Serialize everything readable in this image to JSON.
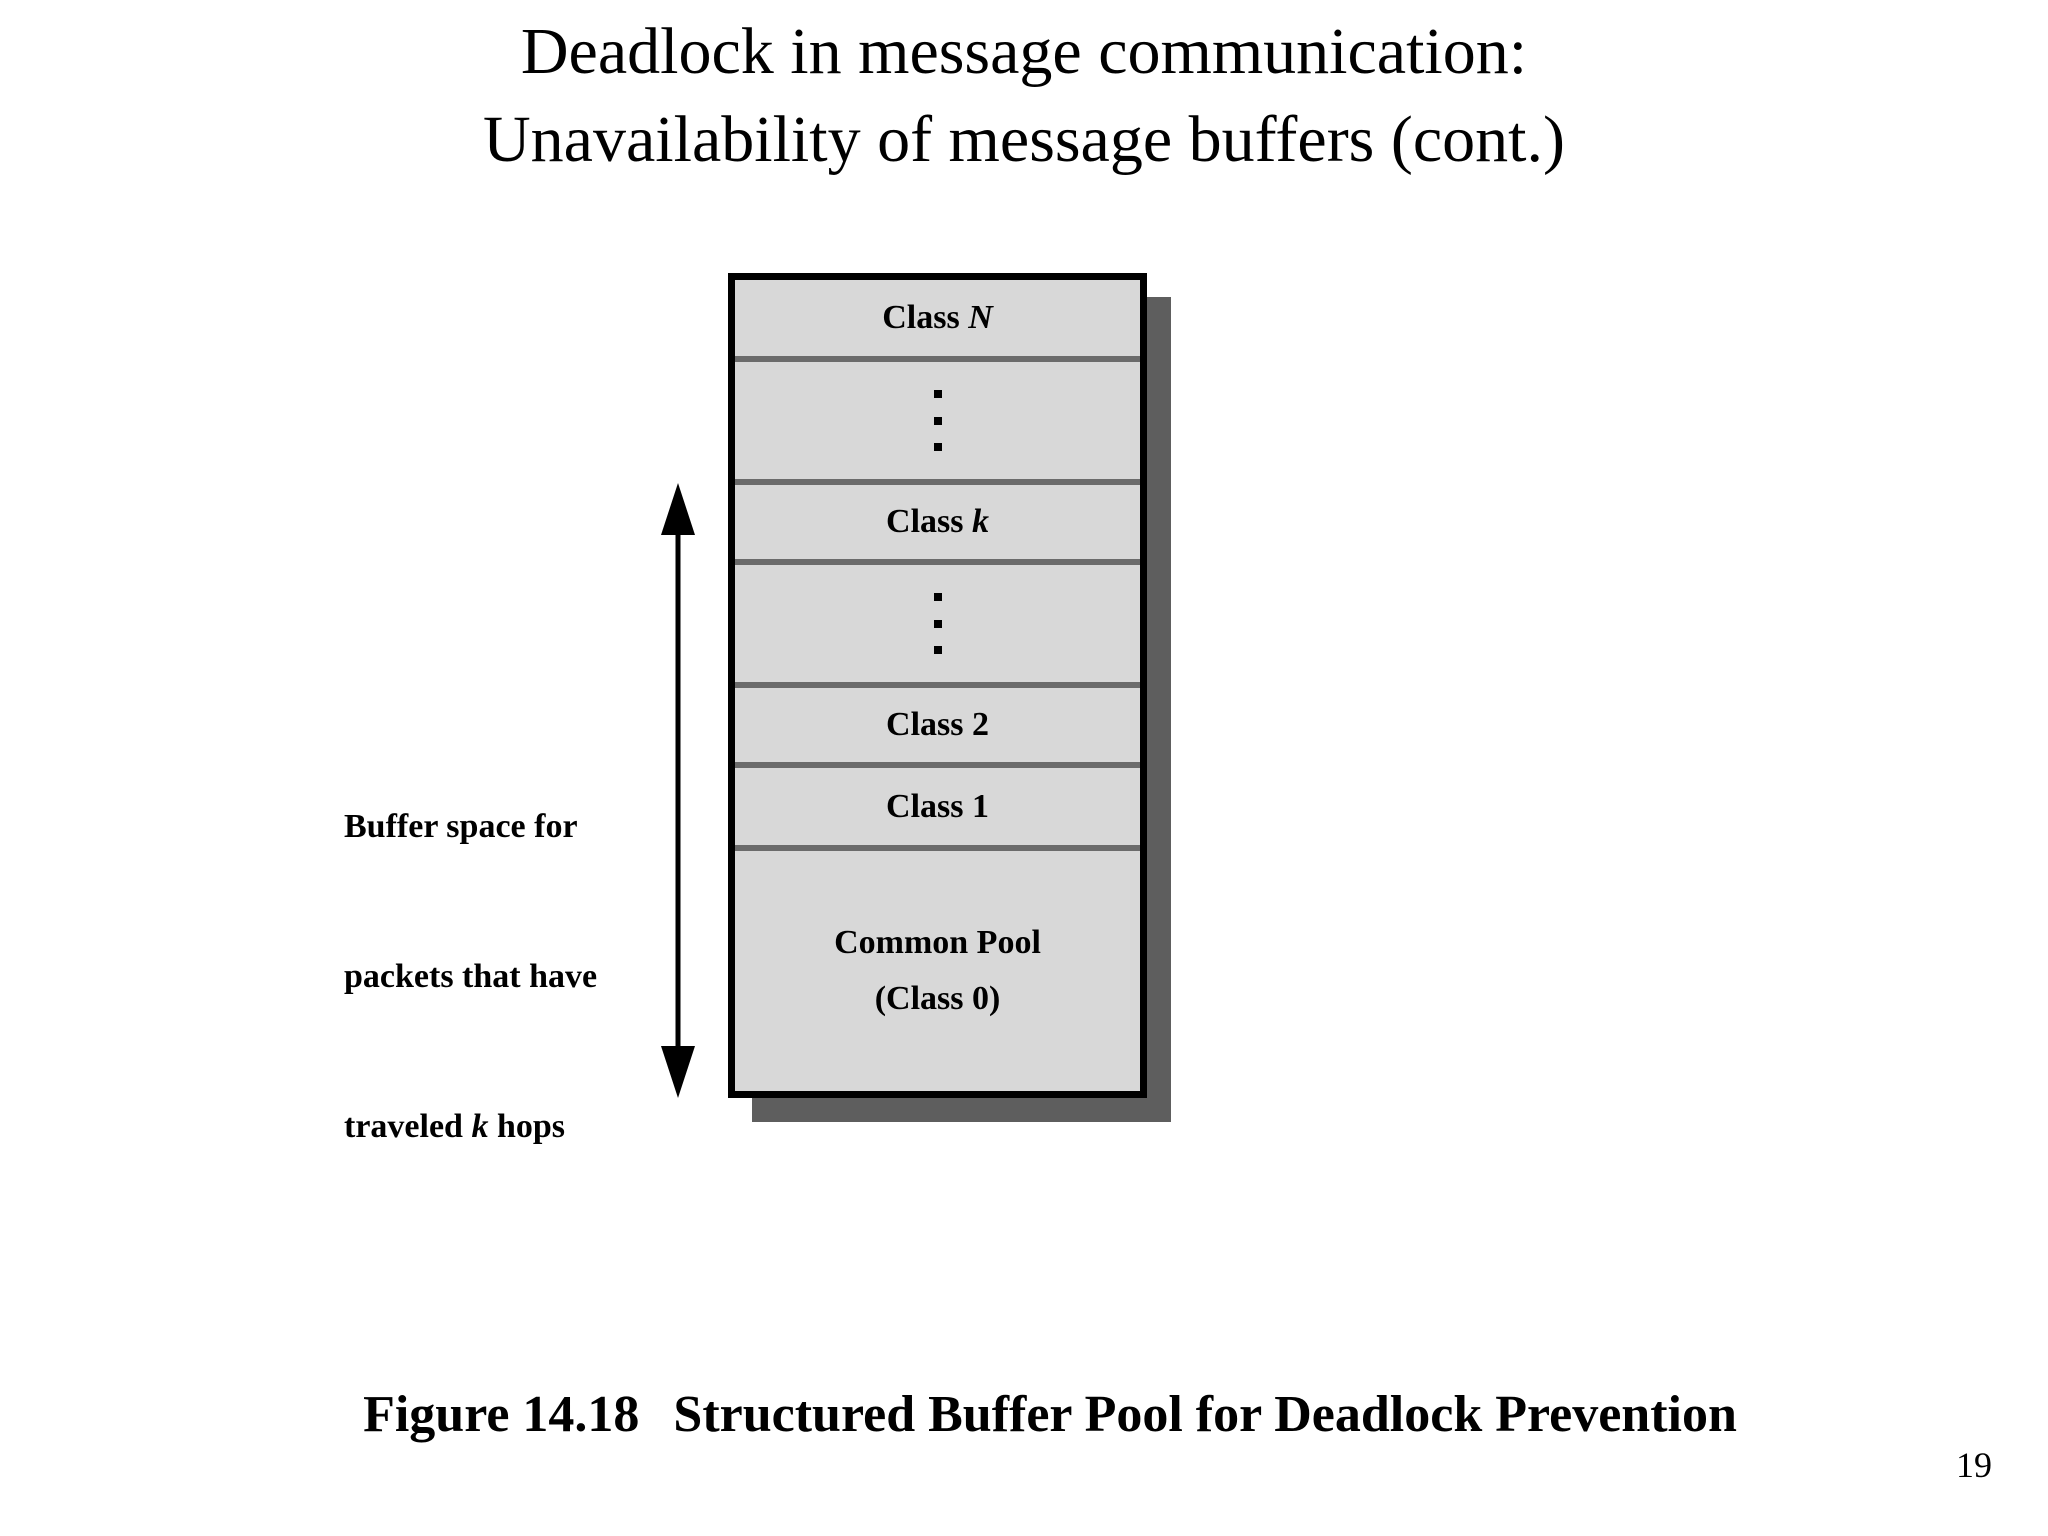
{
  "slide": {
    "title_line1": "Deadlock in message communication:",
    "title_line2": "Unavailability of message buffers (cont.)",
    "page_number": "19"
  },
  "diagram": {
    "pool": {
      "row_class_n": {
        "prefix": "Class ",
        "variable": "N"
      },
      "row_class_k": {
        "prefix": "Class ",
        "variable": "k"
      },
      "row_class_2": "Class 2",
      "row_class_1": "Class 1",
      "row_common_pool": {
        "line1": "Common Pool",
        "line2": "(Class 0)"
      }
    },
    "side_label": {
      "line1": "Buffer space for",
      "line2": "packets that have",
      "line3_pre": "traveled ",
      "line3_var": "k",
      "line3_post": " hops"
    },
    "arrow_icon": "double-headed-vertical-arrow"
  },
  "caption": {
    "label": "Figure 14.18",
    "text": "Structured Buffer Pool for Deadlock Prevention"
  },
  "colors": {
    "background": "#ffffff",
    "cell_fill": "#d8d8d8",
    "divider": "#6b6b6b",
    "border": "#000000",
    "shadow": "#5e5e5e",
    "text": "#000000"
  }
}
